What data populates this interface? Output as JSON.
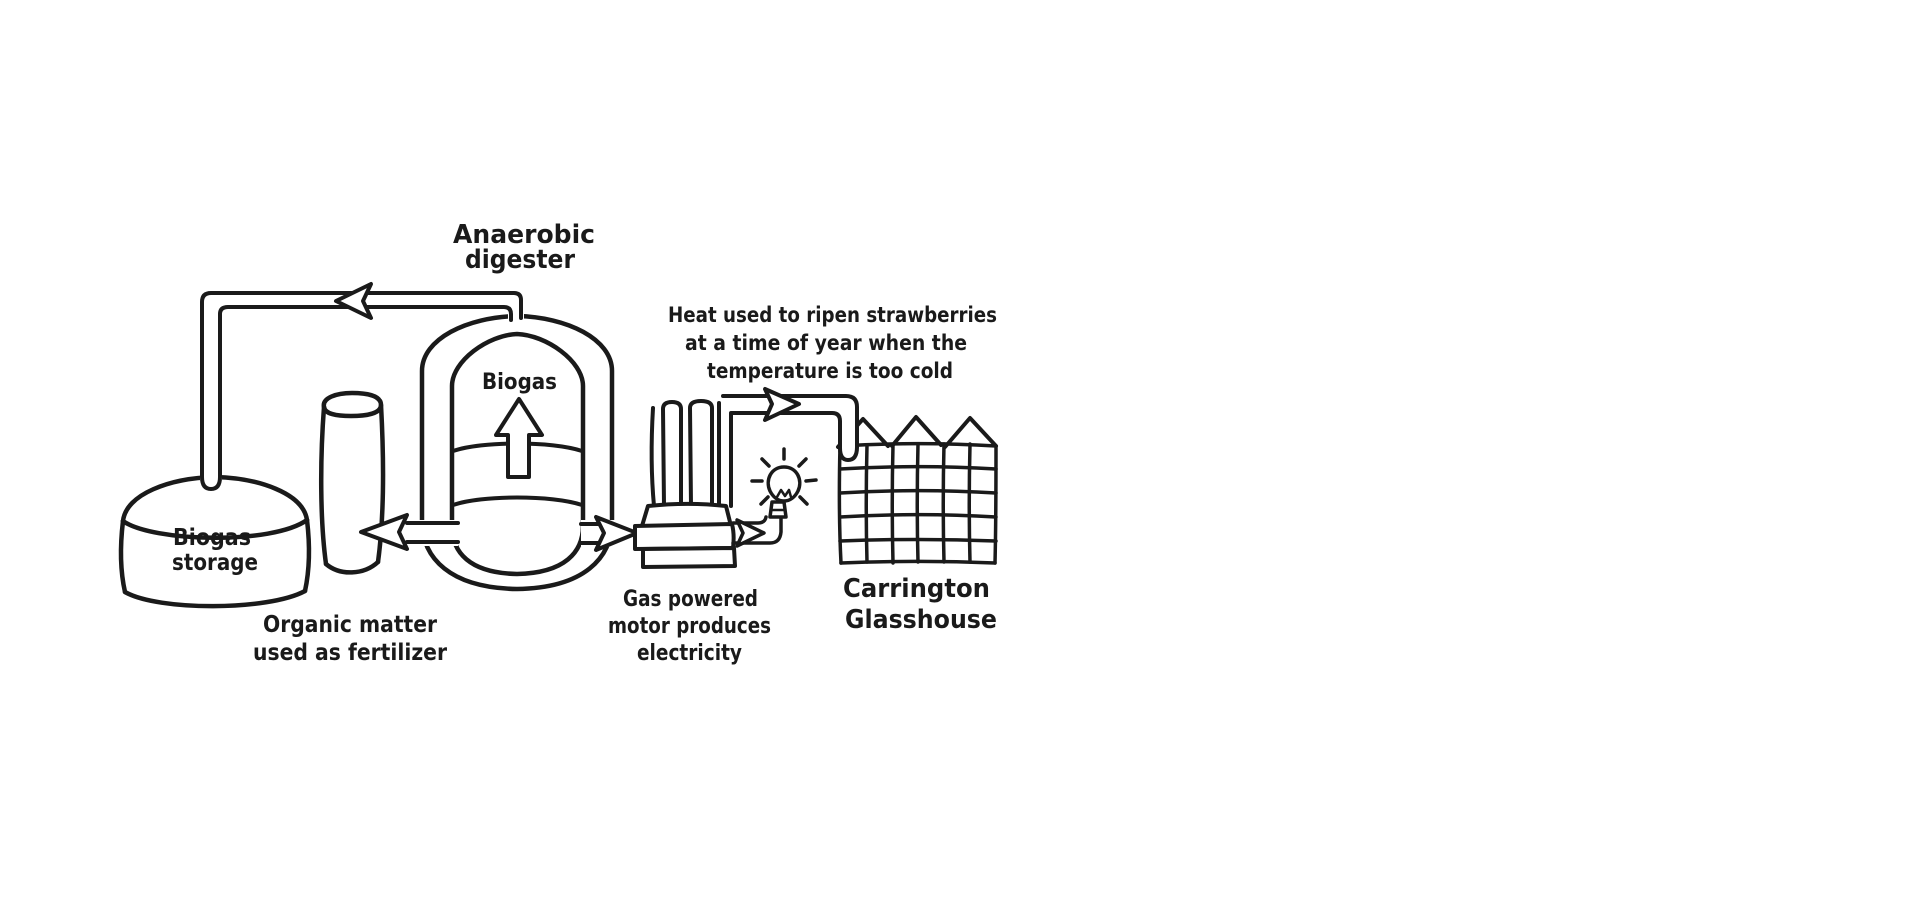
{
  "colors": {
    "ink": "#1a1a1a",
    "background": "#ffffff"
  },
  "labels": {
    "digester_title_line1": "Anaerobic",
    "digester_title_line2": "digester",
    "digester_contents": "Biogas",
    "storage_line1": "Biogas",
    "storage_line2": "storage",
    "fertilizer_line1": "Organic matter",
    "fertilizer_line2": "used as fertilizer",
    "heat_line1": "Heat used to ripen strawberries",
    "heat_line2": "at a time of year when the",
    "heat_line3": "temperature is too cold",
    "motor_line1": "Gas powered",
    "motor_line2": "motor produces",
    "motor_line3": "electricity",
    "glasshouse_line1": "Carrington",
    "glasshouse_line2": "Glasshouse"
  }
}
